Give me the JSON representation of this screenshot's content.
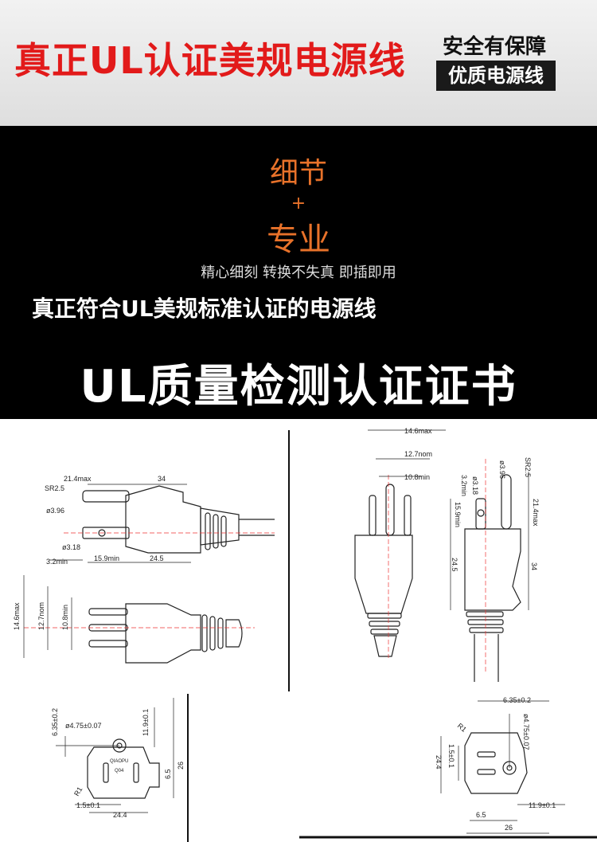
{
  "banner": {
    "title": "真正UL认证美规电源线",
    "side_line1": "安全有保障",
    "side_line2": "优质电源线"
  },
  "hero": {
    "line1": "细节",
    "plus": "+",
    "line2": "专业",
    "tagline": "精心细刻    转换不失真 即插即用",
    "subtitle": "真正符合UL美规标准认证的电源线",
    "big_title": "UL质量检测认证证书"
  },
  "drawing": {
    "left_plug_top": {
      "sr": "SR2.5",
      "d396": "ø3.96",
      "d318": "ø3.18",
      "len_214": "21.4max",
      "len_34": "34",
      "len_159": "15.9min",
      "len_245": "24.5",
      "len_32": "3.2min"
    },
    "left_plug_bottom": {
      "h146": "14.6max",
      "h127": "12.7nom",
      "h108": "10.8min"
    },
    "right_plug": {
      "w146": "14.6max",
      "w127": "12.7nom",
      "w108": "10.8min",
      "v32": "3.2min",
      "v318": "ø3.18",
      "v396": "ø3.96",
      "vsr": "SR2.5",
      "v159": "15.9min",
      "v214": "21.4max",
      "v245": "24.5",
      "v34": "34"
    },
    "left_socket": {
      "d475": "ø4.75±0.07",
      "d635": "6.35±0.2",
      "d119": "11.9±0.1",
      "d26": "26",
      "d65": "6.5",
      "r1": "R1",
      "d15": "1.5±0.1",
      "d244": "24.4",
      "brand": "QIAOPU",
      "model": "Q04"
    },
    "right_socket": {
      "d635": "6.35±0.2",
      "d475": "ø4.75±0.07",
      "r1": "R1",
      "d15": "1.5±0.1",
      "d244": "24.4",
      "d65": "6.5",
      "d26": "26",
      "d119": "11.9±0.1"
    }
  }
}
